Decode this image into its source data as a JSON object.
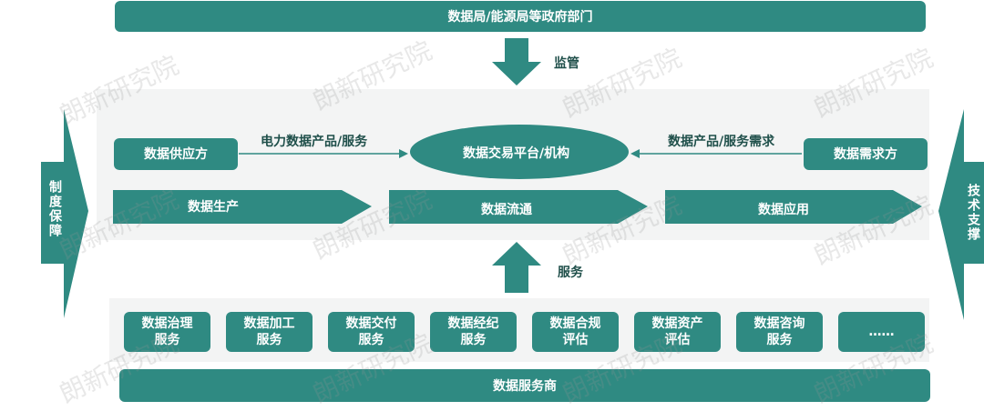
{
  "top_bar": "数据局/能源局等政府部门",
  "bottom_bar": "数据服务商",
  "supervise_label": "监管",
  "service_label": "服务",
  "left_side": "制度保障",
  "right_side": "技术支撑",
  "supplier": "数据供应方",
  "demander": "数据需求方",
  "platform": "数据交易平台/机构",
  "left_flow_label": "电力数据产品/服务",
  "right_flow_label": "数据产品/服务需求",
  "stages": [
    "数据生产",
    "数据流通",
    "数据应用"
  ],
  "services": [
    {
      "l1": "数据治理",
      "l2": "服务"
    },
    {
      "l1": "数据加工",
      "l2": "服务"
    },
    {
      "l1": "数据交付",
      "l2": "服务"
    },
    {
      "l1": "数据经纪",
      "l2": "服务"
    },
    {
      "l1": "数据合规",
      "l2": "评估"
    },
    {
      "l1": "数据资产",
      "l2": "评估"
    },
    {
      "l1": "数据咨询",
      "l2": "服务"
    },
    {
      "l1": "……",
      "l2": ""
    }
  ],
  "watermark": "朗新研究院",
  "colors": {
    "teal": "#2f8a82",
    "panel": "#f3f4f4"
  }
}
